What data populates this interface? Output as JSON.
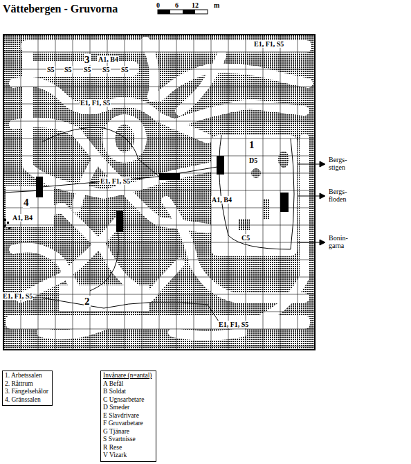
{
  "diagram": {
    "title": "Vättebergen - Gruvorna",
    "nodes": [
      {
        "text": [
          "1. Arbetssalen",
          "2. Råttrum",
          "3. Fängelsehålor",
          "4. Gränssalen"
        ]
      },
      {
        "text": [
          "Invånare (n=antal)",
          "A Befäl",
          "B Soldat",
          "C Ugnsarbetare",
          "D Smeder",
          "E Slavdrivare",
          "F Gruvarbetare",
          "G Tjänare",
          "S Svartnisse",
          "R Rese",
          "V Vizark"
        ]
      }
    ],
    "labels": [
      "0",
      "6",
      "12",
      "m",
      "3",
      "A1, B4",
      "S5",
      "S5",
      "S5",
      "S5",
      "S5",
      "E1, F1, S5",
      "E1, F1, S5",
      "1",
      "D5",
      "Bergs- stigen",
      "Bergs- floden",
      "Bonin- garna",
      "E1, F1, S5",
      "A1, B4",
      "4",
      "A1, B4",
      "C5",
      "E1, F1, S5",
      "2",
      "E1, F1, S5"
    ]
  }
}
